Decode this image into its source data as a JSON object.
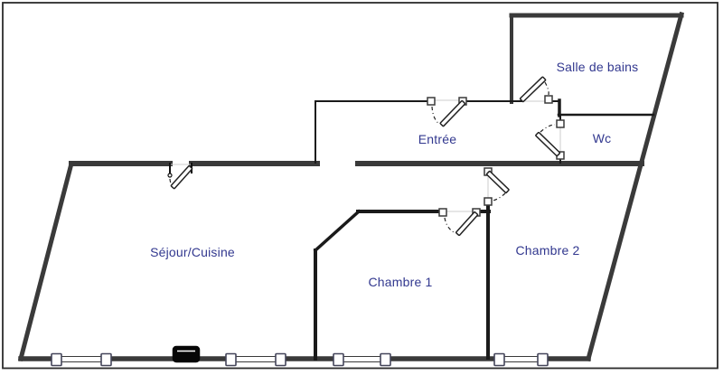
{
  "plan_type": "apartment-floor-plan",
  "rooms": [
    {
      "label": "Salle de bains"
    },
    {
      "label": "Wc"
    },
    {
      "label": "Entrée"
    },
    {
      "label": "Séjour/Cuisine"
    },
    {
      "label": "Chambre 1"
    },
    {
      "label": "Chambre 2"
    }
  ],
  "features": {
    "door_count": 6,
    "window_count": 4,
    "chimney_marker_count": 1
  },
  "icons": {
    "door_swing": "quarter-arc-dash-dot-with-white-leaf-rect",
    "window": "double-line-glazing-with-square-posts",
    "chimney": "filled-black-rounded-rect"
  },
  "colors": {
    "background": "#ffffff",
    "outer_wall": "#3a3a3a",
    "inner_wall": "#1a1a1a",
    "label_text": "#32388f",
    "opening_guide": "#cccccc",
    "frame_border": "#2b2b2b",
    "fixture_black": "#060606"
  }
}
